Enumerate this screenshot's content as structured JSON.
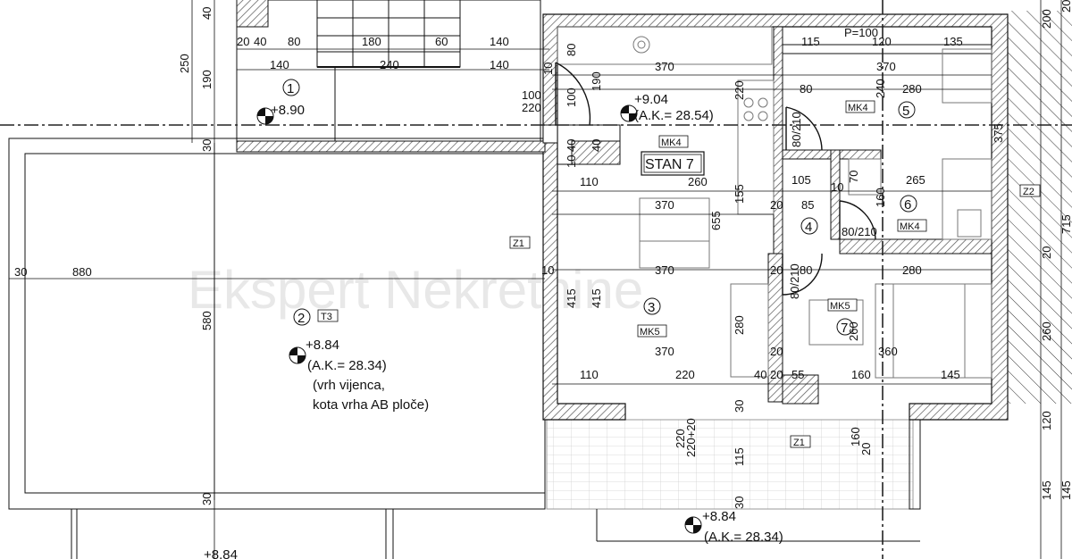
{
  "watermark": "Ekspert Nekretnine",
  "apartment_label": "STAN 7",
  "material_tags": {
    "mk4_top": "MK4",
    "mk4_r5": "MK4",
    "mk4_r6": "MK4",
    "mk5_r3": "MK5",
    "mk5_r7": "MK5"
  },
  "tags": {
    "z1_left": "Z1",
    "z1_bottom": "Z1",
    "z2_right": "Z2",
    "t3": "T3"
  },
  "rooms": {
    "r1": "1",
    "r2": "2",
    "r3": "3",
    "r4": "4",
    "r5": "5",
    "r6": "6",
    "r7": "7"
  },
  "elevations": {
    "e1": "+8.90",
    "e_flat": "+9.04",
    "e_flat_ak": "(A.K.= 28.54)",
    "e_terrace": "+8.84",
    "e_terrace_ak": "(A.K.= 28.34)",
    "e_terrace_note1": "(vrh vijenca,",
    "e_terrace_note2": "kota vrha AB ploče)",
    "e_bottom": "+8.84",
    "e_bottom_ak": "(A.K.= 28.34)",
    "e_cut": "+8.84"
  },
  "dimensions": {
    "d_20": "20",
    "d_40a": "40",
    "d_80a": "80",
    "d_180": "180",
    "d_60": "60",
    "d_140a": "140",
    "d_140b": "140",
    "d_240": "240",
    "d_140c": "140",
    "d_250": "250",
    "d_190": "190",
    "d_40v": "40",
    "d_30a": "30",
    "d_30b": "30",
    "d_30c": "30",
    "d_880": "880",
    "d_580": "580",
    "d_80v": "80",
    "d_370a": "370",
    "d_190v": "190",
    "d_100v": "100",
    "d_100_220": "100",
    "d_220_b": "220",
    "d_220v": "220",
    "d_115": "115",
    "d_p100": "P=100",
    "d_120": "120",
    "d_135": "135",
    "d_370b": "370",
    "d_10a": "10",
    "d_80b": "80",
    "d_240v": "240",
    "d_280a": "280",
    "d_375": "375",
    "d_40x": "40",
    "d_10b": "10",
    "d_40y": "40",
    "d_110a": "110",
    "d_260": "260",
    "d_105": "105",
    "d_80_210a": "80/210",
    "d_70": "70",
    "d_10c": "10",
    "d_265": "265",
    "d_160v": "160",
    "d_370c": "370",
    "d_155": "155",
    "d_655": "655",
    "d_20b": "20",
    "d_85": "85",
    "d_715": "715",
    "d_80_210b": "80/210",
    "d_20c": "20",
    "d_370d": "370",
    "d_20d": "20",
    "d_80c": "80",
    "d_280b": "280",
    "d_10d": "10",
    "d_415a": "415",
    "d_415b": "415",
    "d_80_210c": "80/210",
    "d_280v": "280",
    "d_260v": "260",
    "d_360": "360",
    "d_260r": "260",
    "d_20e": "20",
    "d_370e": "370",
    "d_110b": "110",
    "d_220c": "220",
    "d_40z": "40",
    "d_20f": "20",
    "d_55": "55",
    "d_160": "160",
    "d_145a": "145",
    "d_220_20": "220",
    "d_220p20": "220+20",
    "d_115v": "115",
    "d_160_20": "160",
    "d_20g": "20",
    "d_30d": "30",
    "d_30e": "30",
    "d_120r": "120",
    "d_145b": "145",
    "d_145c": "145",
    "d_200r": "200",
    "d_20r": "20"
  },
  "colors": {
    "line": "#111111",
    "hatch": "#555555",
    "grid": "#222222",
    "terrace": "#bbbbbb"
  }
}
